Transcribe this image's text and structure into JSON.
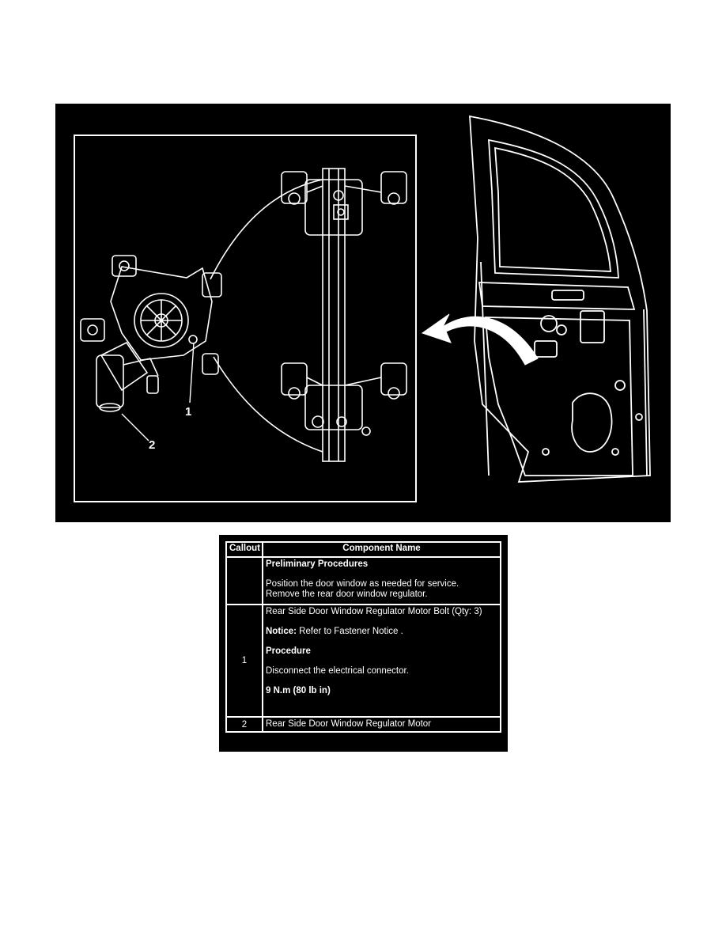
{
  "figure": {
    "callouts": [
      "1",
      "2"
    ]
  },
  "legend": {
    "headers": {
      "callout": "Callout",
      "component": "Component Name"
    },
    "preliminary": {
      "title": "Preliminary Procedures",
      "line1": "Position the door window as needed for service.",
      "line2": "Remove the rear door window regulator."
    },
    "rows": [
      {
        "callout": "1",
        "name": "Rear Side Door Window Regulator Motor Bolt (Qty: 3)",
        "notice_label": "Notice:",
        "notice_text": " Refer to Fastener Notice .",
        "procedure_label": "Procedure",
        "procedure_text": "Disconnect the electrical connector.",
        "torque": "9 N.m (80 lb in)"
      },
      {
        "callout": "2",
        "name": "Rear Side Door Window Regulator Motor"
      }
    ]
  }
}
